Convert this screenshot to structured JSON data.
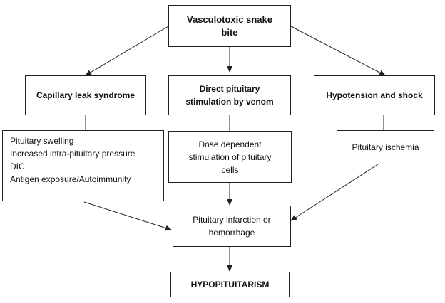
{
  "nodes": {
    "root": [
      "Vasculotoxic snake",
      "bite"
    ],
    "capillary": [
      "Capillary leak syndrome"
    ],
    "direct": [
      "Direct pituitary",
      "stimulation by venom"
    ],
    "hypotension": [
      "Hypotension and shock"
    ],
    "capillary_effects": [
      "Pituitary swelling",
      "Increased intra-pituitary pressure",
      "DIC",
      "Antigen exposure/Autoimmunity"
    ],
    "dose": [
      "Dose dependent",
      "stimulation of pituitary",
      "cells"
    ],
    "ischemia": [
      "Pituitary ischemia"
    ],
    "infarction": [
      "Pituitary infarction or",
      "hemorrhage"
    ],
    "outcome": [
      "HYPOPITUITARISM"
    ]
  },
  "colors": {
    "line": "#222222",
    "arrow": "#222222"
  }
}
